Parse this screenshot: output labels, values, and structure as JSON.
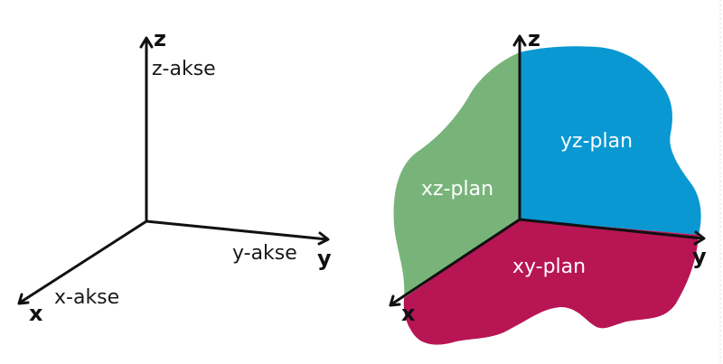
{
  "left_diagram": {
    "axes": {
      "z": {
        "letter": "z",
        "label": "z-akse"
      },
      "y": {
        "letter": "y",
        "label": "y-akse"
      },
      "x": {
        "letter": "x",
        "label": "x-akse"
      }
    }
  },
  "right_diagram": {
    "axes": {
      "z": {
        "letter": "z"
      },
      "y": {
        "letter": "y"
      },
      "x": {
        "letter": "x"
      }
    },
    "planes": {
      "xz": {
        "label": "xz-plan",
        "color": "#78b47a"
      },
      "yz": {
        "label": "yz-plan",
        "color": "#0a98d2"
      },
      "xy": {
        "label": "xy-plan",
        "color": "#b81555"
      }
    }
  }
}
